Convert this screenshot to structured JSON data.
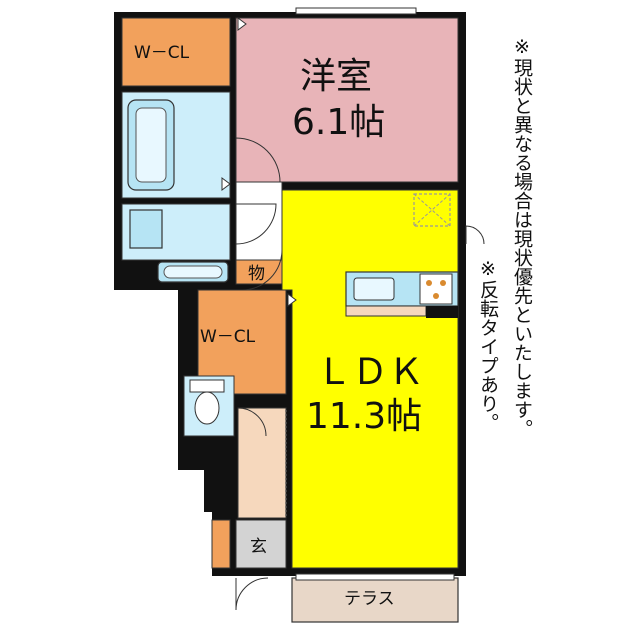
{
  "rooms": {
    "western": {
      "name": "洋室",
      "size": "6.1帖",
      "color": "#e8b4b8"
    },
    "ldk": {
      "name": "ＬＤＫ",
      "size": "11.3帖",
      "color": "#ffff00"
    },
    "wcl_top": {
      "name": "W－CL",
      "color": "#f2a15c"
    },
    "wcl_mid": {
      "name": "W－CL",
      "color": "#f2a15c"
    },
    "storage": {
      "name": "物",
      "color": "#f2a15c"
    },
    "entrance": {
      "name": "玄",
      "color": "#d3d3d3"
    },
    "terrace": {
      "name": "テラス",
      "color": "#e8d7c8"
    },
    "bath": {
      "color": "#cdeefa"
    },
    "hall": {
      "color": "#f6d8bd"
    }
  },
  "notes": {
    "line1": "※現状と異なる場合は現状優先といたします。",
    "line2": "※反転タイプあり。"
  }
}
